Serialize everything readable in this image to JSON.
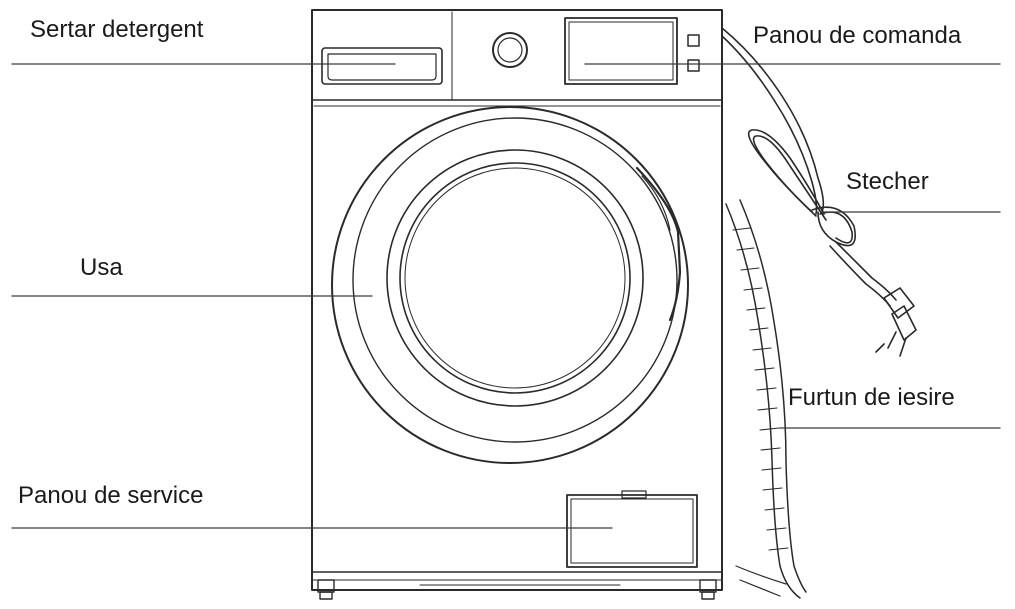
{
  "labels": {
    "detergent_drawer": "Sertar detergent",
    "control_panel": "Panou de comanda",
    "plug": "Stecher",
    "door": "Usa",
    "drain_hose": "Furtun de iesire",
    "service_panel": "Panou de service"
  }
}
